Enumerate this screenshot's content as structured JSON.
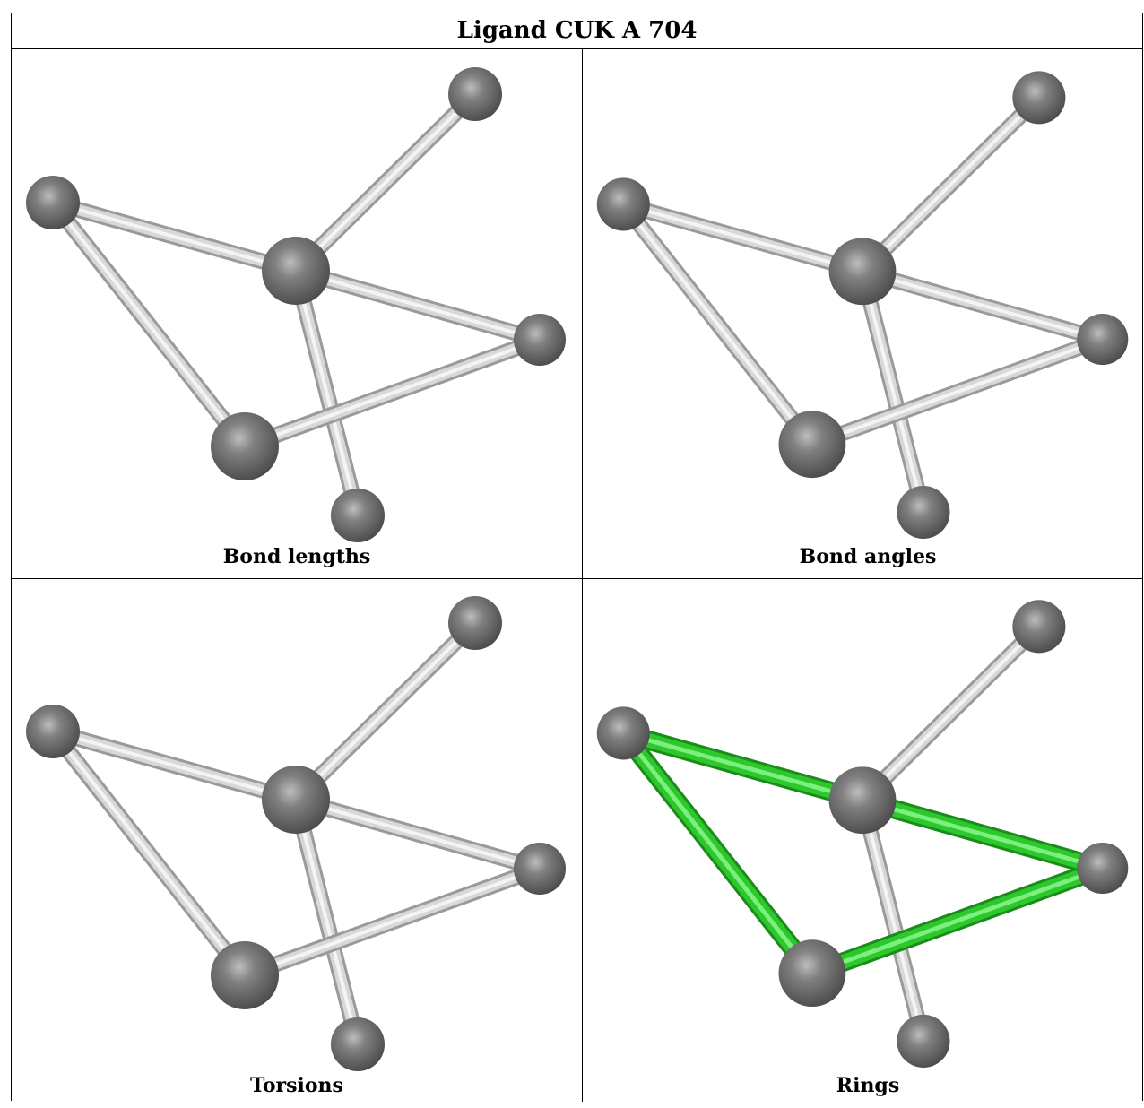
{
  "title": "Ligand CUK A 704",
  "panels": [
    {
      "caption": "Bond lengths",
      "highlight_ring": false
    },
    {
      "caption": "Bond angles",
      "highlight_ring": false
    },
    {
      "caption": "Torsions",
      "highlight_ring": false
    },
    {
      "caption": "Rings",
      "highlight_ring": true
    }
  ],
  "colors": {
    "atom": "#808080",
    "bond": "#d8d8d8",
    "ring_bond": "#2ec82e"
  }
}
